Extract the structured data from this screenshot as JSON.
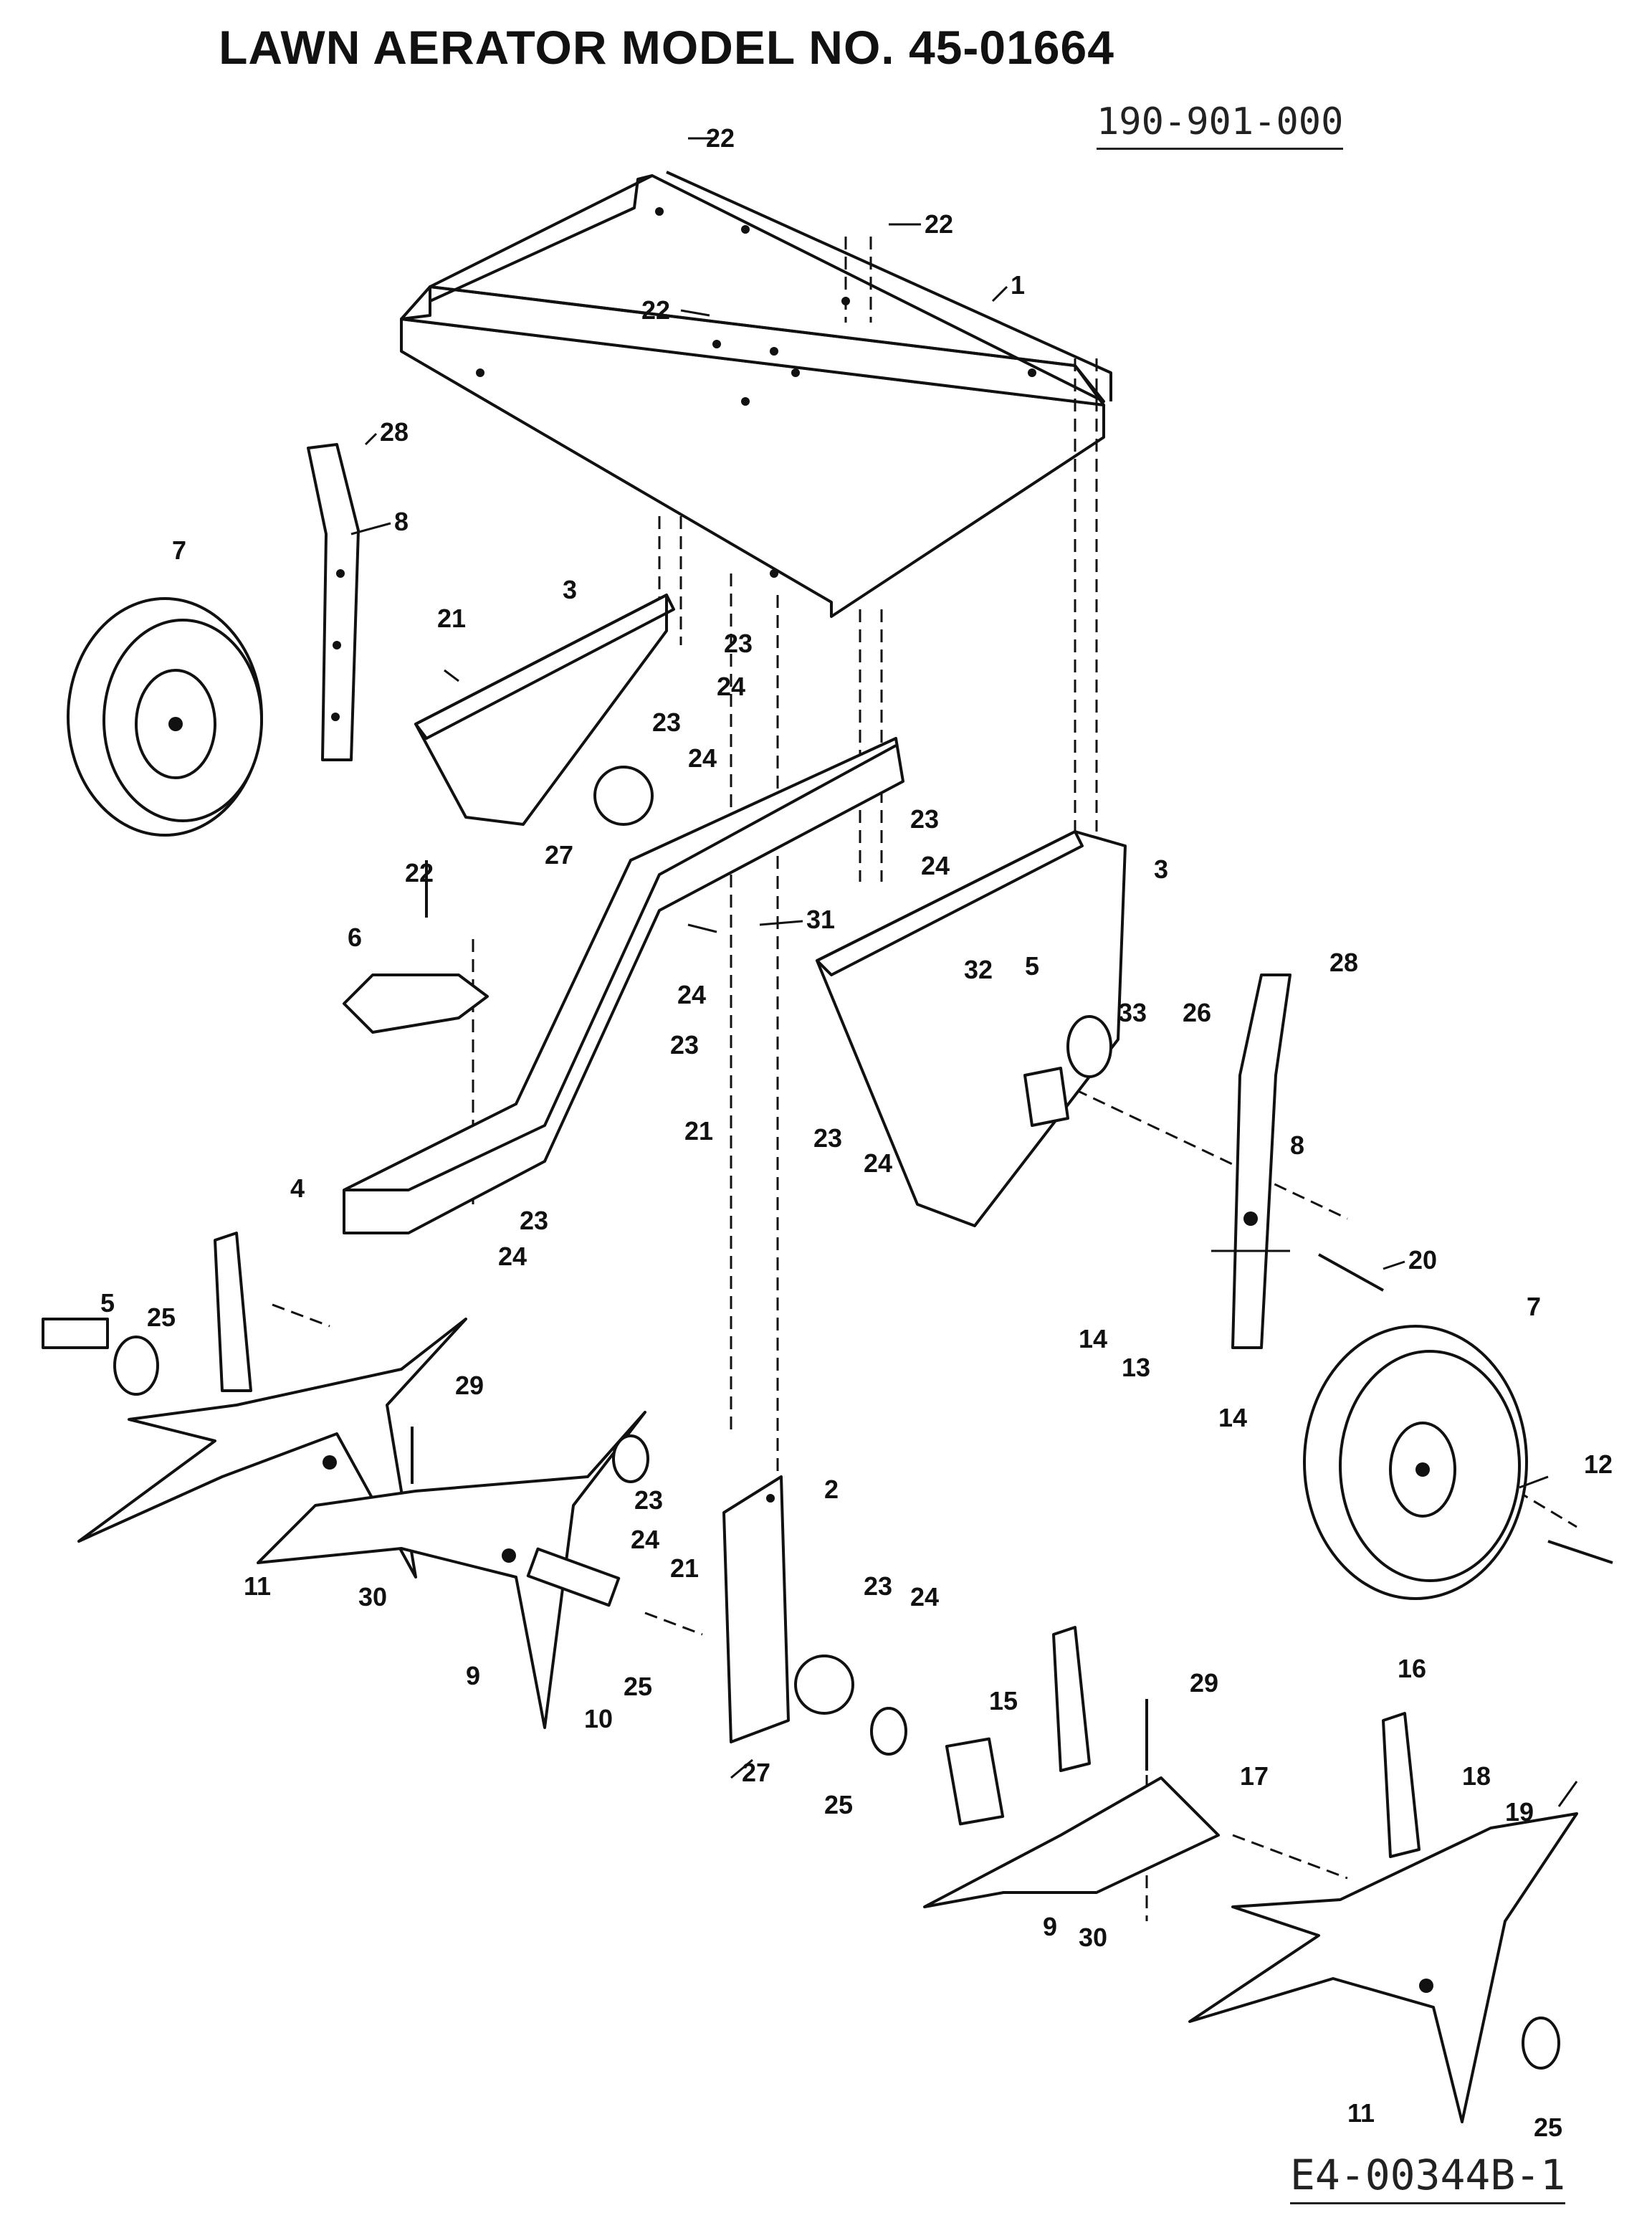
{
  "title": "LAWN AERATOR  MODEL NO. 45-01664",
  "reference_number": "190-901-000",
  "drawing_number": "E4-00344B-1",
  "callouts": [
    "1",
    "2",
    "3",
    "3",
    "4",
    "5",
    "5",
    "6",
    "7",
    "7",
    "8",
    "8",
    "9",
    "9",
    "10",
    "11",
    "11",
    "12",
    "13",
    "14",
    "14",
    "15",
    "16",
    "17",
    "18",
    "19",
    "20",
    "21",
    "21",
    "21",
    "22",
    "22",
    "22",
    "22",
    "23",
    "23",
    "23",
    "23",
    "23",
    "23",
    "23",
    "23",
    "24",
    "24",
    "24",
    "24",
    "24",
    "24",
    "24",
    "24",
    "25",
    "25",
    "25",
    "25",
    "26",
    "27",
    "27",
    "28",
    "28",
    "29",
    "29",
    "30",
    "30",
    "31",
    "32",
    "33"
  ]
}
